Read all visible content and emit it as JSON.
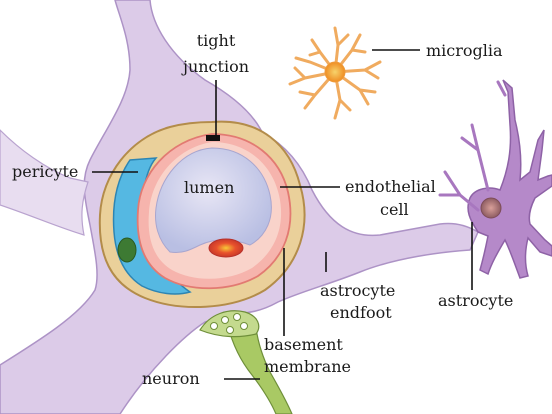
{
  "labels": {
    "tight_junction_line1": "tight",
    "tight_junction_line2": "junction",
    "microglia": "microglia",
    "pericyte": "pericyte",
    "lumen": "lumen",
    "endothelial_line1": "endothelial",
    "endothelial_line2": "cell",
    "astrocyte_endfoot_line1": "astrocyte",
    "astrocyte_endfoot_line2": "endfoot",
    "astrocyte": "astrocyte",
    "basement_line1": "basement",
    "basement_line2": "membrane",
    "neuron": "neuron"
  },
  "colors": {
    "astrocyte_body": "#d9c8e6",
    "astrocyte_outline": "#a58bbf",
    "astrocyte_cell": "#b589c9",
    "astrocyte_nucleus": "#9c6a6a",
    "microglia": "#f0ab5f",
    "microglia_nucleus": "#f2a51a",
    "basement_membrane": "#e8c98a",
    "endothelial": "#f2a7a3",
    "endothelial_nucleus": "#e2432b",
    "lumen": "#cdd0ea",
    "pericyte": "#55b8e2",
    "pericyte_nucleus": "#3d7a33",
    "neuron": "#a9c964"
  }
}
